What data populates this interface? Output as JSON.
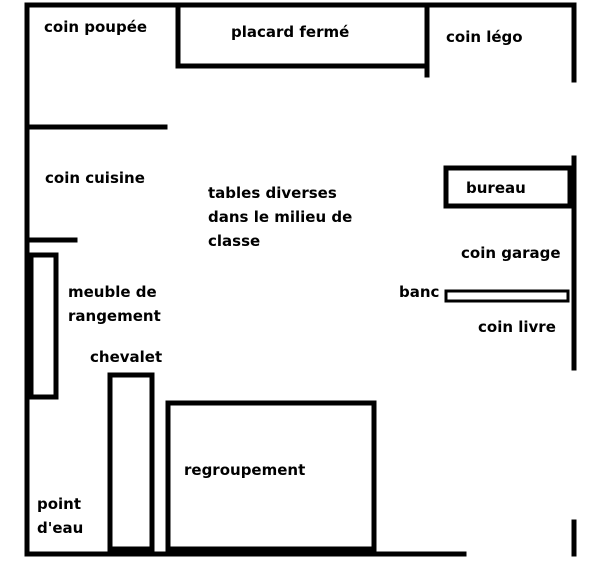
{
  "plan": {
    "line_color": "#000000",
    "background": "#ffffff",
    "labels": {
      "coin_poupee": "coin poupée",
      "placard_ferme": "placard fermé",
      "coin_lego": "coin légo",
      "coin_cuisine": "coin cuisine",
      "tables_diverses": "tables diverses\ndans le milieu de\nclasse",
      "bureau": "bureau",
      "coin_garage": "coin garage",
      "meuble_rangement": "meuble de\nrangement",
      "banc": "banc",
      "coin_livre": "coin livre",
      "chevalet": "chevalet",
      "regroupement": "regroupement",
      "point_eau": "point\nd'eau"
    }
  }
}
